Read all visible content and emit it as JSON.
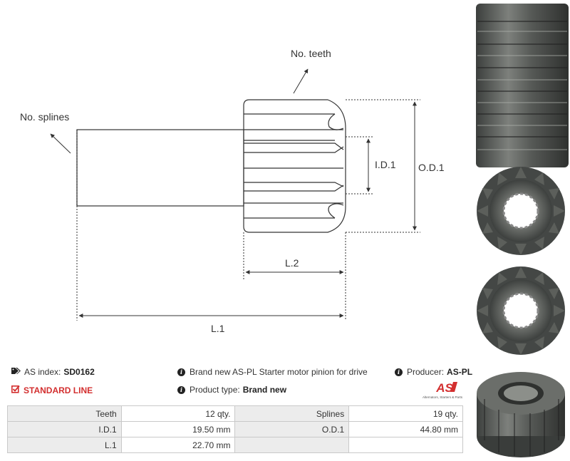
{
  "drawing": {
    "no_teeth_label": "No. teeth",
    "no_splines_label": "No. splines",
    "id1_label": "I.D.1",
    "od1_label": "O.D.1",
    "l2_label": "L.2",
    "l1_label": "L.1"
  },
  "info": {
    "as_index_label": "AS index:",
    "as_index_value": "SD0162",
    "standard_line": "STANDARD LINE",
    "description": "Brand new AS-PL Starter motor pinion for drive",
    "product_type_label": "Product type:",
    "product_type_value": "Brand new",
    "producer_label": "Producer:",
    "producer_value": "AS-PL"
  },
  "logo": {
    "mark": "AS",
    "caption": "Alternators, Starters & Parts"
  },
  "specs": [
    [
      "Teeth",
      "12 qty.",
      "Splines",
      "19 qty."
    ],
    [
      "I.D.1",
      "19.50 mm",
      "O.D.1",
      "44.80 mm"
    ],
    [
      "L.1",
      "22.70 mm",
      "",
      ""
    ]
  ],
  "colors": {
    "accent": "#d32f2f",
    "table_label_bg": "#ececec",
    "table_border": "#c9c9c9",
    "metal_dark": "#4a4d4b",
    "metal_light": "#8a8d89"
  }
}
